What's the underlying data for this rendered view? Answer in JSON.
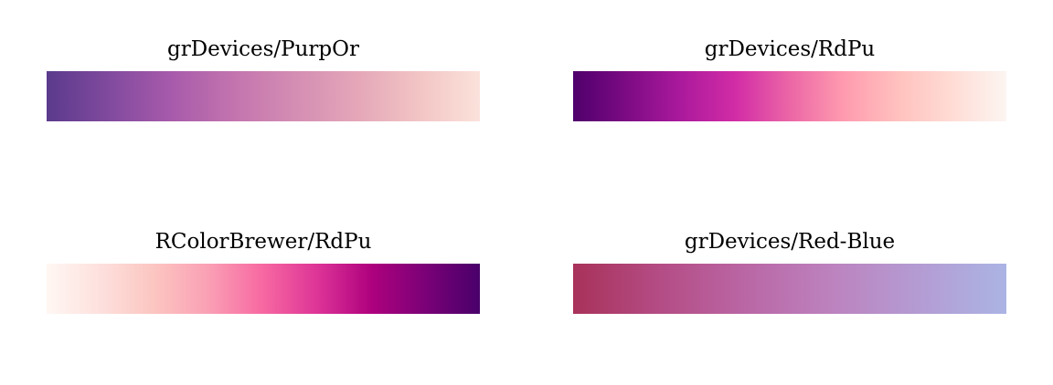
{
  "palettes": [
    {
      "title": "grDevices/PurpOr",
      "colors": [
        "#5B3A8C",
        "#804A9E",
        "#A75AAB",
        "#C273AE",
        "#D48DB3",
        "#E4A6B8",
        "#F2C4C4",
        "#FBE2DB"
      ]
    },
    {
      "title": "grDevices/RdPu",
      "colors": [
        "#4F006B",
        "#7D0B84",
        "#AB1A9C",
        "#D22CA6",
        "#EB66A6",
        "#FF9BAF",
        "#FFC1BE",
        "#FFDCD5",
        "#FCF5F1"
      ]
    },
    {
      "title": "RColorBrewer/RdPu",
      "colors": [
        "#FFF7F3",
        "#FDE0DD",
        "#FCC5C0",
        "#FA9FB5",
        "#F768A1",
        "#DD3497",
        "#AE017E",
        "#7A0177",
        "#49006A"
      ]
    },
    {
      "title": "grDevices/Red-Blue",
      "colors": [
        "#A8325A",
        "#B44C85",
        "#BA67A5",
        "#BC83BF",
        "#B49CD3",
        "#ABB4E4"
      ]
    }
  ]
}
